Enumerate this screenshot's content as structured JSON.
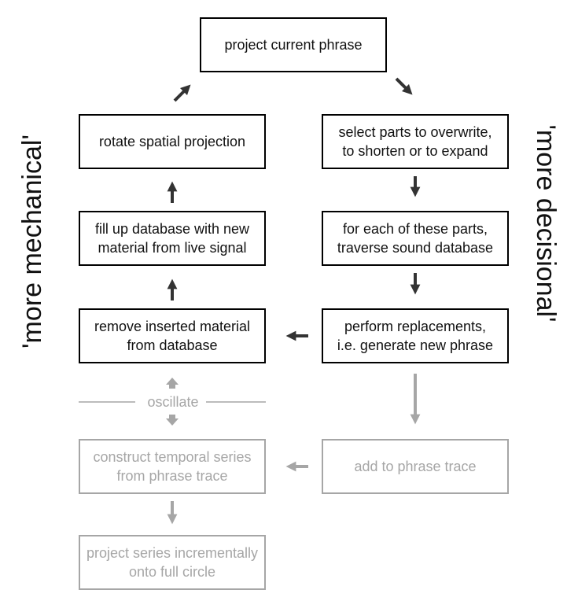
{
  "nodes": {
    "project_current_phrase": "project current phrase",
    "rotate_spatial_projection": "rotate spatial projection",
    "fill_up_database": "fill up database with new\nmaterial from live signal",
    "remove_inserted_material": "remove inserted material\nfrom database",
    "select_parts": "select parts to overwrite,\nto shorten or to expand",
    "for_each_part": "for each of these parts,\ntraverse sound database",
    "perform_replacements": "perform replacements,\ni.e. generate new phrase",
    "construct_temporal_series": "construct temporal series\nfrom phrase trace",
    "add_to_phrase_trace": "add to phrase trace",
    "project_series_incrementally": "project series incrementally\nonto full circle"
  },
  "labels": {
    "oscillate": "oscillate",
    "more_mechanical": "'more mechanical'",
    "more_decisional": "'more decisional'"
  },
  "colors": {
    "active": "#000000",
    "inactive": "#a6a6a6",
    "arrow_dark": "#333333"
  }
}
